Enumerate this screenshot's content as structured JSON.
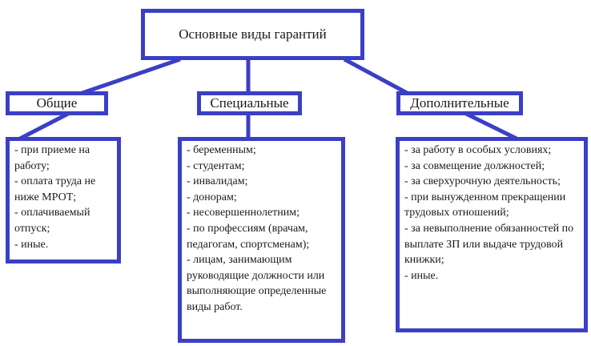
{
  "root": {
    "title": "Основные виды гарантий"
  },
  "categories": [
    {
      "title": "Общие",
      "items": [
        "- при приеме на работу;",
        "- оплата труда не ниже МРОТ;",
        "- оплачиваемый отпуск;",
        "- иные."
      ]
    },
    {
      "title": "Специальные",
      "items": [
        "- беременным;",
        "- студентам;",
        "- инвалидам;",
        "- донорам;",
        "- несовершеннолетним;",
        "- по профессиям (врачам, педагогам, спортсменам);",
        "- лицам, занимающим руководящие должности или выполняющие определенные виды работ."
      ]
    },
    {
      "title": "Дополнительные",
      "items": [
        "- за работу в особых условиях;",
        "- за совмещение должностей;",
        "- за сверхурочную деятельность;",
        "- при вынужденном прекращении трудовых отношений;",
        "- за невыполнение обязанностей по выплате ЗП или выдаче трудовой книжки;",
        "- иные."
      ]
    }
  ],
  "colors": {
    "border": "#3b3fc6"
  }
}
